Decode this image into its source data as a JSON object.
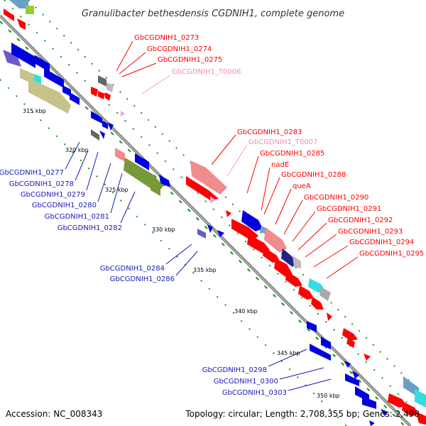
{
  "title": "Granulibacter bethesdensis CGDNIH1, complete genome",
  "accession": "Accession: NC_008343",
  "summary": "Topology: circular; Length: 2,708,355 bp; Genes: 2,498",
  "colors": {
    "gene_red": "#ff0000",
    "gene_pink_label": "#f08cb4",
    "gene_blue": "#0000dd",
    "label_blue": "#1a1ab4",
    "ruler_green": "#119911",
    "backbone": "#808080",
    "olive": "#77993a",
    "khaki": "#c6c28a",
    "salmon": "#f08c8c",
    "cyan": "#33dddd",
    "gray_gene": "#999999"
  },
  "ticks": [
    "315 kbp",
    "320 kbp",
    "325 kbp",
    "330 kbp",
    "335 kbp",
    "340 kbp",
    "345 kbp",
    "350 kbp"
  ],
  "labels_top_right": [
    {
      "text": "GbCGDNIH1_0273",
      "kind": "red"
    },
    {
      "text": "GbCGDNIH1_0274",
      "kind": "red"
    },
    {
      "text": "GbCGDNIH1_0275",
      "kind": "red"
    },
    {
      "text": "GbCGDNIH1_T0006",
      "kind": "pink"
    },
    {
      "text": "GbCGDNIH1_0283",
      "kind": "red"
    },
    {
      "text": "GbCGDNIH1_T0007",
      "kind": "pink"
    },
    {
      "text": "GbCGDNIH1_0285",
      "kind": "red"
    },
    {
      "text": "nadE",
      "kind": "red"
    },
    {
      "text": "GbCGDNIH1_0288",
      "kind": "red"
    },
    {
      "text": "queA",
      "kind": "red"
    },
    {
      "text": "GbCGDNIH1_0290",
      "kind": "red"
    },
    {
      "text": "GbCGDNIH1_0291",
      "kind": "red"
    },
    {
      "text": "GbCGDNIH1_0292",
      "kind": "red"
    },
    {
      "text": "GbCGDNIH1_0293",
      "kind": "red"
    },
    {
      "text": "GbCGDNIH1_0294",
      "kind": "red"
    },
    {
      "text": "GbCGDNIH1_0295",
      "kind": "red"
    }
  ],
  "labels_bottom_left": [
    {
      "text": "GbCGDNIH1_0277",
      "kind": "blue"
    },
    {
      "text": "GbCGDNIH1_0278",
      "kind": "blue"
    },
    {
      "text": "GbCGDNIH1_0279",
      "kind": "blue"
    },
    {
      "text": "GbCGDNIH1_0280",
      "kind": "blue"
    },
    {
      "text": "GbCGDNIH1_0281",
      "kind": "blue"
    },
    {
      "text": "GbCGDNIH1_0282",
      "kind": "blue"
    },
    {
      "text": "GbCGDNIH1_0284",
      "kind": "blue"
    },
    {
      "text": "GbCGDNIH1_0286",
      "kind": "blue"
    },
    {
      "text": "GbCGDNIH1_0298",
      "kind": "blue"
    },
    {
      "text": "GbCGDNIH1_0300",
      "kind": "blue"
    },
    {
      "text": "GbCGDNIH1_0303",
      "kind": "blue"
    }
  ]
}
